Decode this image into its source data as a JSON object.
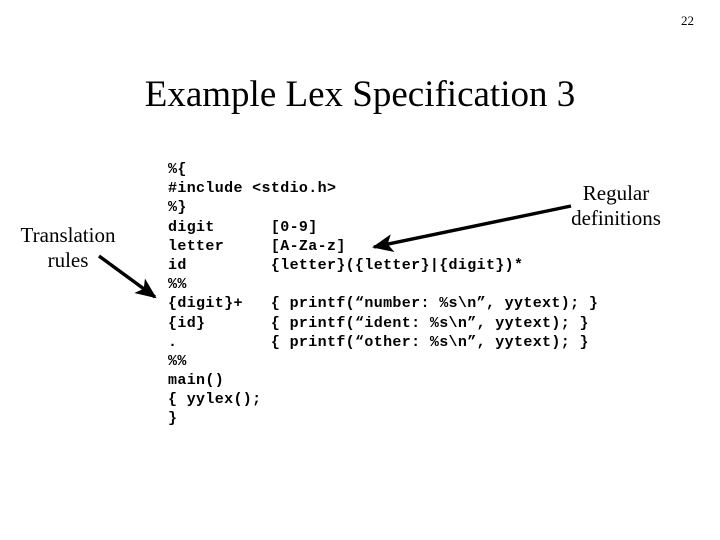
{
  "slide": {
    "page_number": "22",
    "title": "Example Lex Specification 3"
  },
  "annotations": {
    "translation_rules": {
      "line1": "Translation",
      "line2": "rules",
      "arrow": "arrow-down-right"
    },
    "regular_definitions": {
      "line1": "Regular",
      "line2": "definitions",
      "arrow": "arrow-down-left"
    }
  },
  "code": {
    "language": "lex",
    "lines": [
      "%{",
      "#include <stdio.h>",
      "%}",
      "digit      [0-9]",
      "letter     [A-Za-z]",
      "id         {letter}({letter}|{digit})*",
      "%%",
      "{digit}+   { printf(“number: %s\\n”, yytext); }",
      "{id}       { printf(“ident: %s\\n”, yytext); }",
      ".          { printf(“other: %s\\n”, yytext); }",
      "%%",
      "main()",
      "{ yylex();",
      "}"
    ]
  },
  "colors": {
    "background": "#ffffff",
    "text": "#000000",
    "arrow": "#000000"
  }
}
